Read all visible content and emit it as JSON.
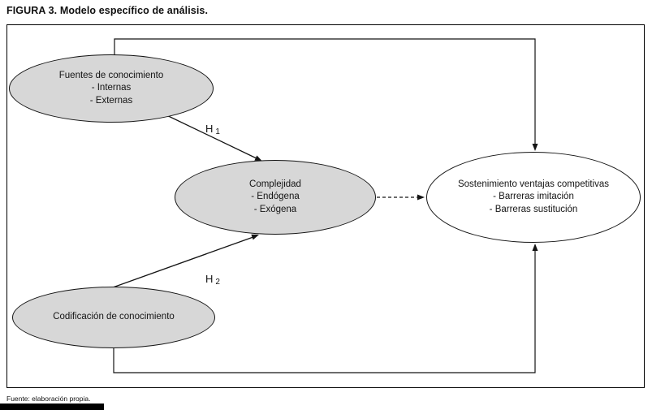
{
  "figure": {
    "title": "FIGURA 3. Modelo específico de análisis.",
    "source": "Fuente: elaboración propia."
  },
  "diagram": {
    "nodes": {
      "fuentes": {
        "title": "Fuentes de conocimiento",
        "items": [
          "- Internas",
          "- Externas"
        ]
      },
      "complejidad": {
        "title": "Complejidad",
        "items": [
          "- Endógena",
          "- Exógena"
        ]
      },
      "codificacion": {
        "title": "Codificación de conocimiento",
        "items": []
      },
      "sostenimiento": {
        "title": "Sostenimiento ventajas competitivas",
        "items": [
          "- Barreras imitación",
          "- Barreras sustitución"
        ]
      }
    },
    "hypotheses": {
      "h1": {
        "label": "H",
        "sub": "1"
      },
      "h2": {
        "label": "H",
        "sub": "2"
      }
    },
    "colors": {
      "node_fill": "#d7d7d7",
      "highlight_fill": "#ffffff",
      "line": "#141414",
      "frame_border": "#000000"
    }
  }
}
